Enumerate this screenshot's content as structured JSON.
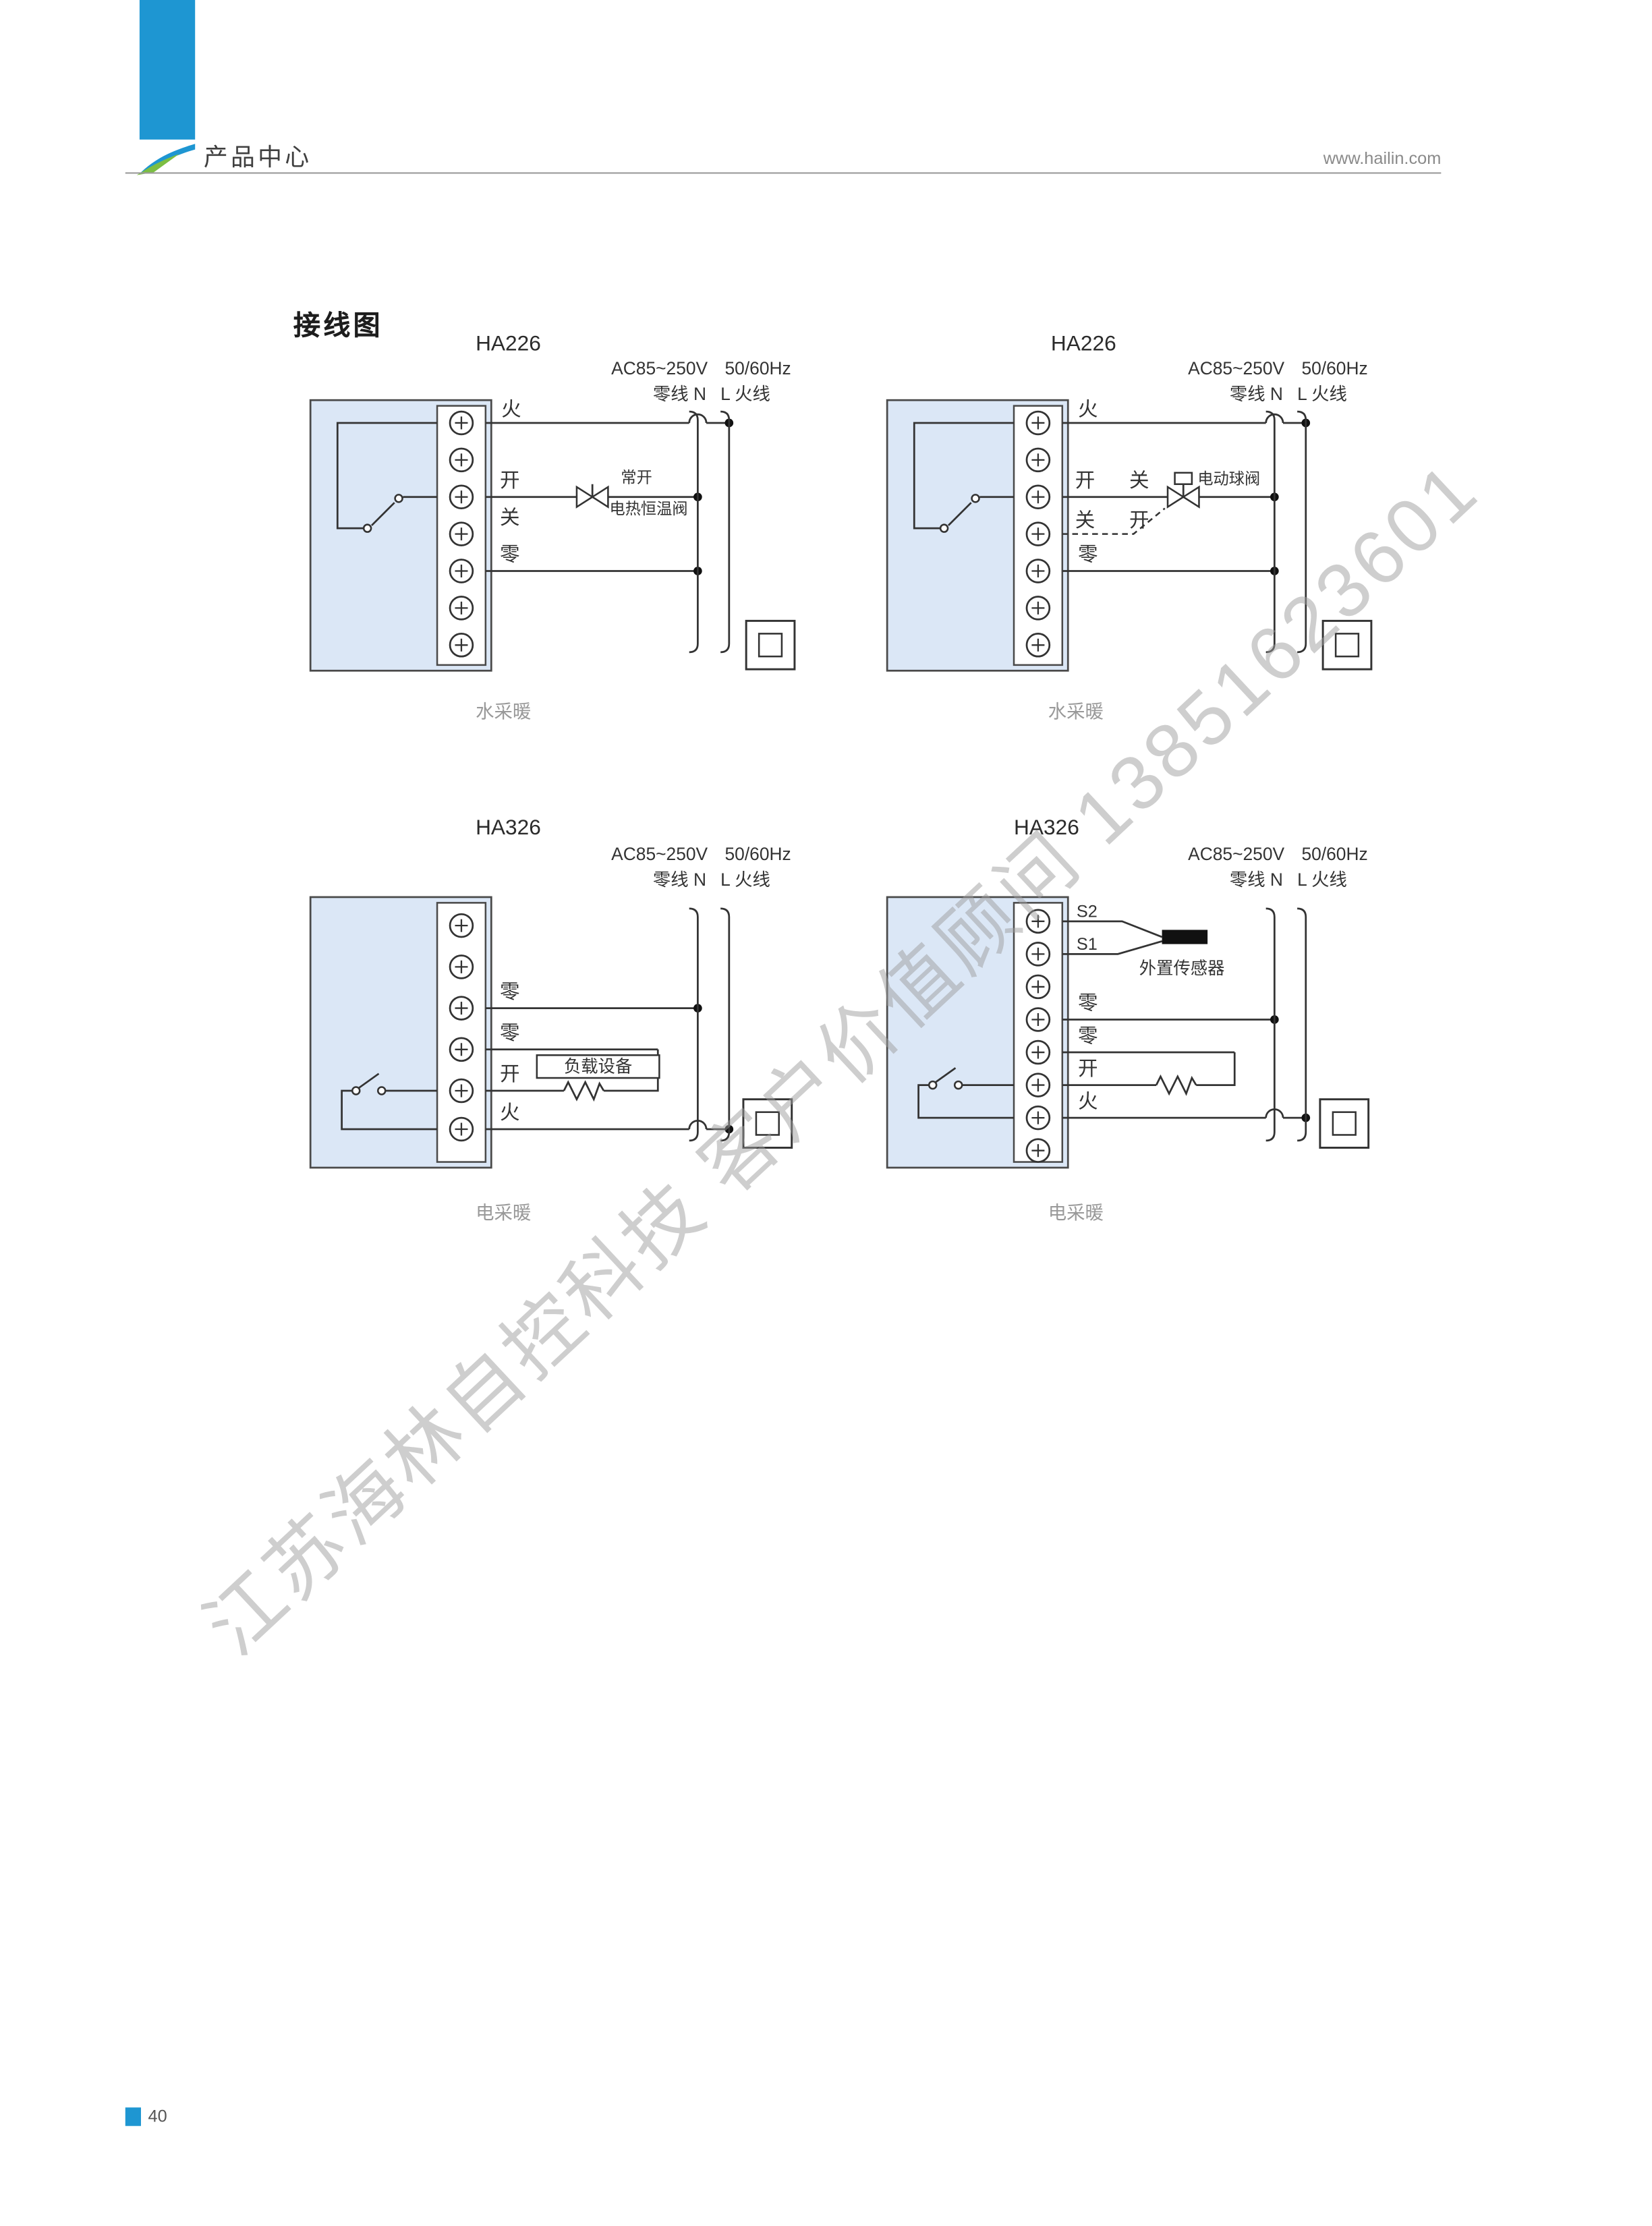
{
  "header": {
    "brand": "产品中心",
    "site": "www.hailin.com"
  },
  "section_title": "接线图",
  "watermark": "江苏海林自控科技 客户价值顾问 13851623601",
  "footer": {
    "page": "40"
  },
  "colors": {
    "accent": "#1e96d2",
    "block_fill": "#dbe7f6",
    "wire": "#333333",
    "caption": "#999999"
  },
  "d1": {
    "model": "HA226",
    "power_v": "AC85~250V",
    "power_hz": "50/60Hz",
    "neutral": "零线 N",
    "live": "L 火线",
    "t_huo": "火",
    "t_kai": "开",
    "t_guan": "关",
    "t_ling": "零",
    "valve_state": "常开",
    "valve_name": "电热恒温阀",
    "caption": "水采暖"
  },
  "d2": {
    "model": "HA226",
    "power_v": "AC85~250V",
    "power_hz": "50/60Hz",
    "neutral": "零线 N",
    "live": "L 火线",
    "t_huo": "火",
    "t_kai1": "开",
    "t_guan1": "关",
    "t_guan2": "关",
    "t_kai2": "开",
    "t_ling": "零",
    "valve_name": "电动球阀",
    "caption": "水采暖"
  },
  "d3": {
    "model": "HA326",
    "power_v": "AC85~250V",
    "power_hz": "50/60Hz",
    "neutral": "零线 N",
    "live": "L 火线",
    "t_ling1": "零",
    "t_ling2": "零",
    "t_kai": "开",
    "t_huo": "火",
    "load_name": "负载设备",
    "caption": "电采暖"
  },
  "d4": {
    "model": "HA326",
    "power_v": "AC85~250V",
    "power_hz": "50/60Hz",
    "neutral": "零线 N",
    "live": "L 火线",
    "t_s2": "S2",
    "t_s1": "S1",
    "t_ling1": "零",
    "t_ling2": "零",
    "t_kai": "开",
    "t_huo": "火",
    "sensor_name": "外置传感器",
    "caption": "电采暖"
  }
}
